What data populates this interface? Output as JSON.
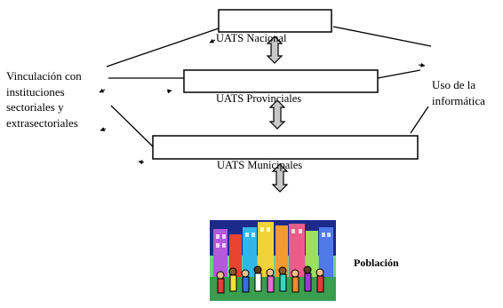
{
  "diagram": {
    "levels": [
      {
        "id": "nacional",
        "label": "UATS Nacional"
      },
      {
        "id": "provincial",
        "label": "UATS Provinciales"
      },
      {
        "id": "municipal",
        "label": "UATS Municipales"
      }
    ],
    "left_label": "Vinculación con instituciones sectoriales y extrasectoriales",
    "right_label": "Uso de la informática",
    "population_label": "Población"
  },
  "colors": {
    "line": "#000000",
    "box_fill": "#ffffff",
    "arrow_fill": "#c8c8c8",
    "illustration_bg": "#6fd08a",
    "illustration_sky": "#1c2a8c"
  }
}
